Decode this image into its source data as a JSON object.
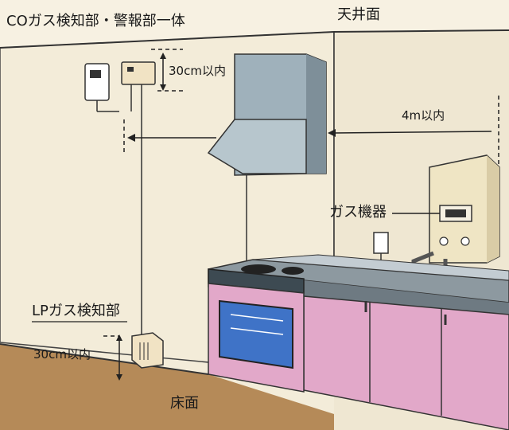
{
  "labels": {
    "co_detector": "COガス検知部・警報部一体",
    "ceiling": "天井面",
    "co_distance": "30cm以内",
    "horizontal_distance": "4m以内",
    "gas_appliance": "ガス機器",
    "lp_detector": "LPガス検知部",
    "lp_distance": "30cm以内",
    "floor": "床面"
  },
  "colors": {
    "wall": "#f3ecd9",
    "ceiling_wall": "#efe7d2",
    "floor": "#b58a58",
    "cabinet": "#e2a8c9",
    "hood": "#9fb1bb",
    "counter": "#8d99a0",
    "appliance_body": "#efe5c4",
    "oven_glass": "#3f73c7"
  }
}
